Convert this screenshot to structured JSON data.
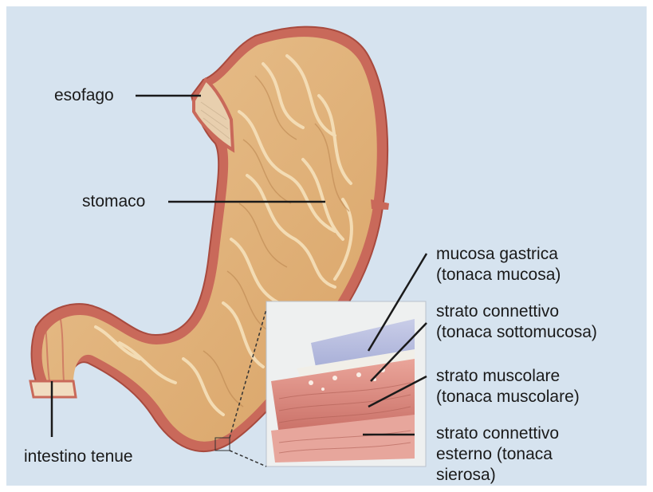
{
  "labels": {
    "esophagus": "esofago",
    "stomach": "stomaco",
    "small_intestine": "intestino tenue",
    "mucosa": "mucosa gastrica\n(tonaca mucosa)",
    "submucosa": "strato connettivo\n(tonaca sottomucosa)",
    "muscularis": "strato muscolare\n(tonaca muscolare)",
    "serosa": "strato connettivo\nesterno (tonaca\nsierosa)"
  },
  "colors": {
    "background": "#d6e3ef",
    "stomach_wall": "#c9695a",
    "stomach_interior": "#e6b780",
    "folds": "#f4dcb4",
    "leader_line": "#1a1a1a"
  }
}
